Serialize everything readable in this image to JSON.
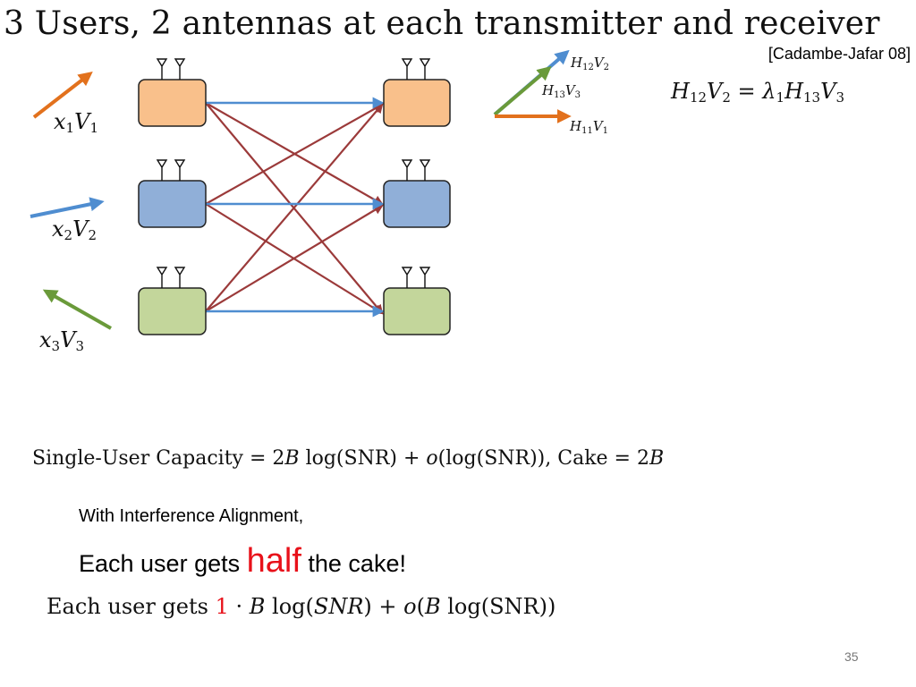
{
  "slide": {
    "title": "3 Users, 2 antennas at each transmitter and receiver",
    "citation": "[Cadambe-Jafar 08]",
    "page_number": "35"
  },
  "diagram": {
    "transmitters": [
      {
        "color": "#f9c08b",
        "input_label": {
          "x": "x",
          "x_sub": "1",
          "v": "V",
          "v_sub": "1"
        },
        "arrow_color": "#e2711d"
      },
      {
        "color": "#90afd8",
        "input_label": {
          "x": "x",
          "x_sub": "2",
          "v": "V",
          "v_sub": "2"
        },
        "arrow_color": "#4f8dd0"
      },
      {
        "color": "#c3d69b",
        "input_label": {
          "x": "x",
          "x_sub": "3",
          "v": "V",
          "v_sub": "3"
        },
        "arrow_color": "#6a9a3a"
      }
    ],
    "receivers": [
      {
        "color": "#f9c08b"
      },
      {
        "color": "#90afd8"
      },
      {
        "color": "#c3d69b"
      }
    ],
    "direct_link_color": "#4f8dd0",
    "cross_link_color": "#9b3a3a",
    "alignment_vectors": [
      {
        "H": "H",
        "H_sub": "12",
        "V": "V",
        "V_sub": "2",
        "color": "#4f8dd0"
      },
      {
        "H": "H",
        "H_sub": "13",
        "V": "V",
        "V_sub": "3",
        "color": "#6a9a3a"
      },
      {
        "H": "H",
        "H_sub": "11",
        "V": "V",
        "V_sub": "1",
        "color": "#e2711d"
      }
    ],
    "alignment_equation": {
      "lhs_H": "H",
      "lhs_H_sub": "12",
      "lhs_V": "V",
      "lhs_V_sub": "2",
      "equals": " = ",
      "lambda": "λ",
      "lambda_sub": "1",
      "rhs_H": "H",
      "rhs_H_sub": "13",
      "rhs_V": "V",
      "rhs_V_sub": "3"
    }
  },
  "capacity_line": {
    "text_a": "Single-User Capacity = 2",
    "B": "B",
    "text_b": " log(SNR) + ",
    "o": "o",
    "text_c": "(log(SNR)), Cake = 2",
    "B2": "B"
  },
  "with_ia": "With Interference Alignment,",
  "half_line": {
    "before": "Each user gets ",
    "half": "half",
    "after": " the cake!"
  },
  "each_user_eq": {
    "before": "Each user gets ",
    "one": "1",
    "dot": " · ",
    "B": "B",
    "log_open": " log(",
    "snr_italic": "SNR",
    "log_close": ") + ",
    "o": "o",
    "paren": "(",
    "B2": "B",
    "rest": " log(SNR))"
  },
  "colors": {
    "orange": "#e2711d",
    "blue": "#4f8dd0",
    "green": "#6a9a3a",
    "highlight_red": "#e8111a"
  }
}
